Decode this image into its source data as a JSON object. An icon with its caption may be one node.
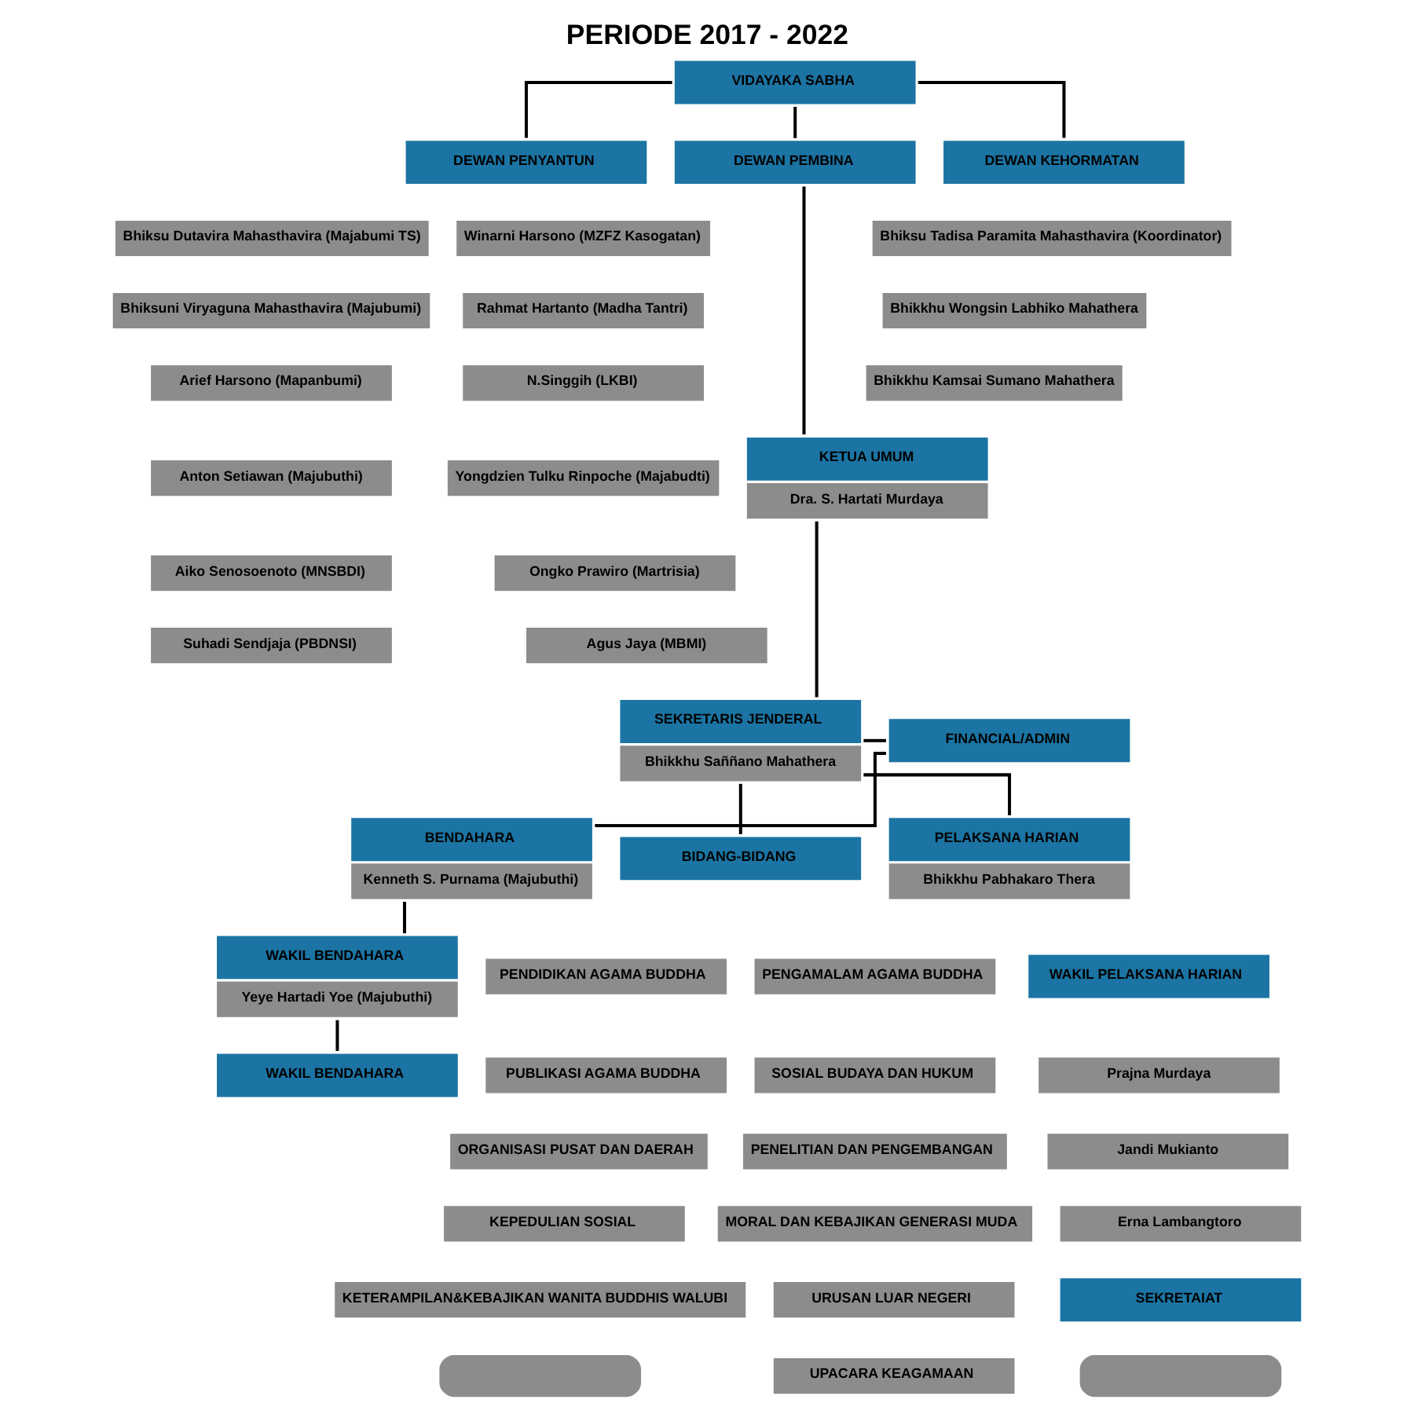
{
  "diagram": {
    "title": "PERIODE 2017 - 2022",
    "nodes": [
      {
        "text": [
          "VIDAYAKA SABHA"
        ]
      },
      {
        "text": [
          "DEWAN KEHORMATAN"
        ]
      },
      {
        "text": [
          "DEWAN PEMBINA"
        ]
      },
      {
        "text": [
          "DEWAN PENYANTUN"
        ]
      },
      {
        "text": [
          "Bhiksu Tadisa Paramita Mahasthavira (Koordinator)"
        ]
      },
      {
        "text": [
          "Bhikkhu Wongsin Labhiko Mahathera"
        ]
      },
      {
        "text": [
          "Bhikkhu Kamsai Sumano Mahathera"
        ]
      },
      {
        "text": [
          "KETUA UMUM",
          "Dra. S. Hartati Murdaya"
        ]
      },
      {
        "text": [
          "Bhiksu Dutavira Mahasthavira (Majabumi TS)"
        ]
      },
      {
        "text": [
          "Winarni Harsono (MZFZ Kasogatan)"
        ]
      },
      {
        "text": [
          "Bhiksuni Viryaguna Mahasthavira (Majubumi)"
        ]
      },
      {
        "text": [
          "Rahmat Hartanto (Madha Tantri)"
        ]
      },
      {
        "text": [
          "Arief Harsono (Mapanbumi)"
        ]
      },
      {
        "text": [
          "N.Singgih (LKBI)"
        ]
      },
      {
        "text": [
          "Anton Setiawan (Majubuthi)"
        ]
      },
      {
        "text": [
          "Yongdzien Tulku Rinpoche (Majabudti)"
        ]
      },
      {
        "text": [
          "Aiko Senosoenoto (MNSBDI)"
        ]
      },
      {
        "text": [
          "Ongko Prawiro (Martrisia)"
        ]
      },
      {
        "text": [
          "Suhadi Sendjaja (PBDNSI)"
        ]
      },
      {
        "text": [
          "Agus Jaya (MBMI)"
        ]
      },
      {
        "text": [
          "FINANCIAL/ADMIN"
        ]
      },
      {
        "text": [
          "SEKRETARIS JENDERAL",
          "Bhikkhu Saññano Mahathera"
        ]
      },
      {
        "text": [
          "BENDAHARA",
          "Kenneth S. Purnama (Majubuthi)"
        ]
      },
      {
        "text": [
          "BIDANG-BIDANG"
        ]
      },
      {
        "text": [
          "PELAKSANA HARIAN",
          "Bhikkhu Pabhakaro Thera"
        ]
      },
      {
        "text": [
          "PENDIDIKAN AGAMA BUDDHA"
        ]
      },
      {
        "text": [
          "PENGAMALAM AGAMA BUDDHA"
        ]
      },
      {
        "text": [
          "PUBLIKASI AGAMA BUDDHA"
        ]
      },
      {
        "text": [
          "SOSIAL BUDAYA DAN HUKUM"
        ]
      },
      {
        "text": [
          "ORGANISASI PUSAT DAN DAERAH"
        ]
      },
      {
        "text": [
          "PENELITIAN DAN PENGEMBANGAN"
        ]
      },
      {
        "text": [
          "KEPEDULIAN SOSIAL"
        ]
      },
      {
        "text": [
          "MORAL DAN KEBAJIKAN GENERASI MUDA"
        ]
      },
      {
        "text": [
          "KETERAMPILAN&KEBAJIKAN WANITA BUDDHIS WALUBI"
        ]
      },
      {
        "text": [
          "URUSAN LUAR NEGERI"
        ]
      },
      {
        "text": [],
        "shape": "box"
      },
      {
        "text": [
          "UPACARA KEAGAMAAN"
        ]
      },
      {
        "text": [
          "WAKIL BENDAHARA",
          "Yeye Hartadi Yoe (Majubuthi)"
        ]
      },
      {
        "text": [
          "WAKIL BENDAHARA"
        ]
      },
      {
        "text": [
          "WAKIL PELAKSANA HARIAN"
        ]
      },
      {
        "text": [
          "Prajna Murdaya"
        ]
      },
      {
        "text": [
          "Jandi Mukianto"
        ]
      },
      {
        "text": [
          "Erna Lambangtoro"
        ]
      },
      {
        "text": [
          "SEKRETAIAT"
        ]
      },
      {
        "text": [],
        "shape": "box"
      }
    ],
    "edges": [
      {
        "from": 0,
        "to": 1,
        "arrow": "none"
      },
      {
        "from": 0,
        "to": 2,
        "arrow": "none"
      },
      {
        "from": 0,
        "to": 3,
        "arrow": "none"
      },
      {
        "from": 2,
        "to": 7,
        "arrow": "none"
      },
      {
        "from": 7,
        "to": 21,
        "arrow": "none"
      },
      {
        "from": 21,
        "to": 20,
        "arrow": "none"
      },
      {
        "from": 20,
        "to": 22,
        "arrow": "none"
      },
      {
        "from": 21,
        "to": 23,
        "arrow": "none"
      },
      {
        "from": 21,
        "to": 24,
        "arrow": "none"
      },
      {
        "from": 22,
        "to": 37,
        "arrow": "none"
      },
      {
        "from": 37,
        "to": 38,
        "arrow": "none"
      }
    ]
  }
}
